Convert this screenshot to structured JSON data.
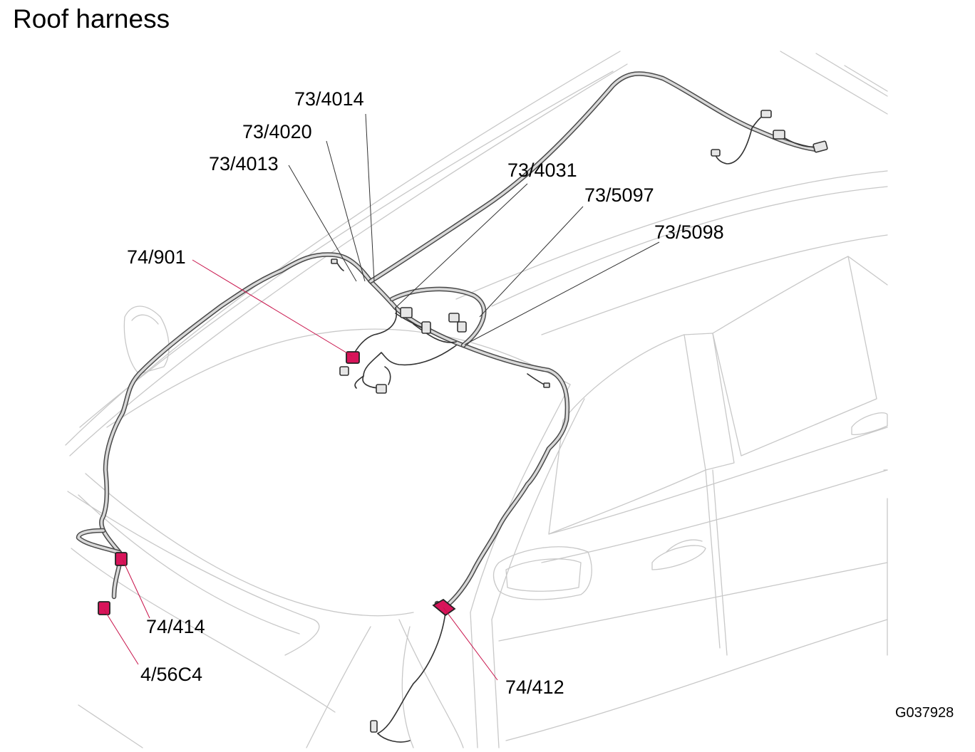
{
  "title": "Roof harness",
  "document_id": "G037928",
  "callouts": {
    "c_73_4014": "73/4014",
    "c_73_4020": "73/4020",
    "c_73_4013": "73/4013",
    "c_73_4031": "73/4031",
    "c_73_5097": "73/5097",
    "c_73_5098": "73/5098",
    "c_74_901": "74/901",
    "c_74_414": "74/414",
    "c_4_56C4": "4/56C4",
    "c_74_412": "74/412"
  },
  "colors": {
    "highlight_connector": "#d8145a",
    "leader_highlight": "#c8124a",
    "car_outline": "#c8c8c8",
    "harness": "#4a4a4a"
  }
}
